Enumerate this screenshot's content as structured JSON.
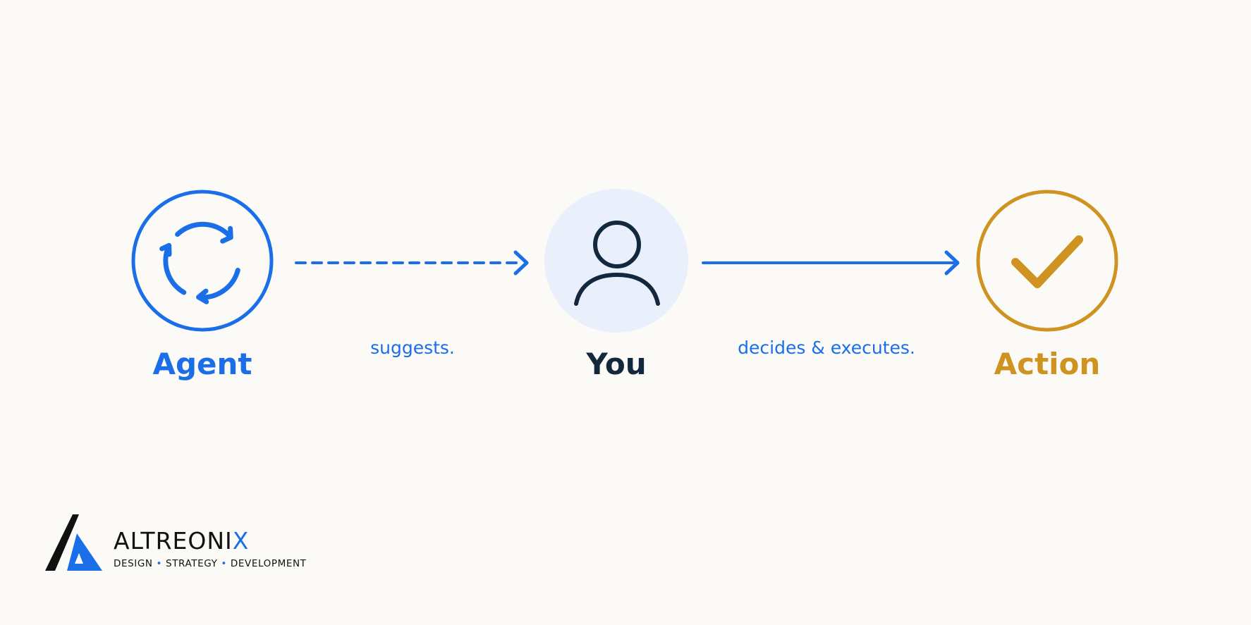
{
  "colors": {
    "background": "#fcfaf7",
    "blue": "#1a6fe8",
    "navy": "#13283d",
    "gold": "#cf9321",
    "you_circle_fill": "#e9f0fc",
    "brand_dark": "#111111"
  },
  "nodes": {
    "agent": {
      "label": "Agent",
      "icon": "refresh-cycle-icon"
    },
    "you": {
      "label": "You",
      "icon": "user-icon"
    },
    "action": {
      "label": "Action",
      "icon": "checkmark-icon"
    }
  },
  "edges": {
    "agent_to_you": {
      "label": "suggests.",
      "style": "dashed"
    },
    "you_to_action": {
      "label": "decides & executes.",
      "style": "solid"
    }
  },
  "brand": {
    "name_main": "ALTREONI",
    "name_accent": "X",
    "tagline_1": "DESIGN",
    "separator": "•",
    "tagline_2": "STRATEGY",
    "tagline_3": "DEVELOPMENT",
    "logo_icon": "altreonix-logo-icon"
  }
}
